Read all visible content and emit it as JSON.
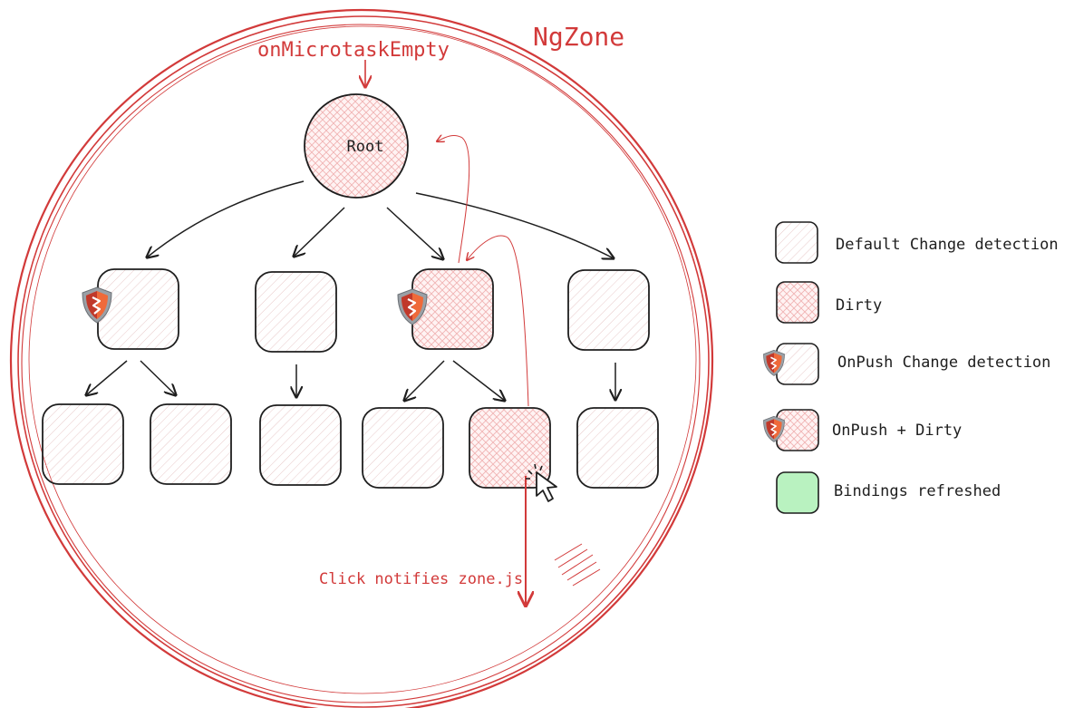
{
  "diagram": {
    "zone_label": "NgZone",
    "trigger_label": "onMicrotaskEmpty",
    "root_label": "Root",
    "click_label": "Click notifies zone.js"
  },
  "legend": {
    "items": [
      {
        "label": "Default Change detection",
        "style": "default"
      },
      {
        "label": "Dirty",
        "style": "dirty"
      },
      {
        "label": "OnPush Change detection",
        "style": "onpush"
      },
      {
        "label": "OnPush + Dirty",
        "style": "onpush-dirty"
      },
      {
        "label": "Bindings refreshed",
        "style": "refreshed"
      }
    ]
  },
  "colors": {
    "zone_red": "#d23a3a",
    "stroke_dark": "#1e1e1e",
    "dirty_fill": "#ffe9e9",
    "refreshed_fill": "#b9f2c0",
    "shield_red": "#c0392b",
    "shield_orange": "#ef6a3a",
    "shield_gray": "#9aa0a6"
  },
  "icons": [
    "shield-icon",
    "cursor-icon",
    "arrow-icon"
  ]
}
